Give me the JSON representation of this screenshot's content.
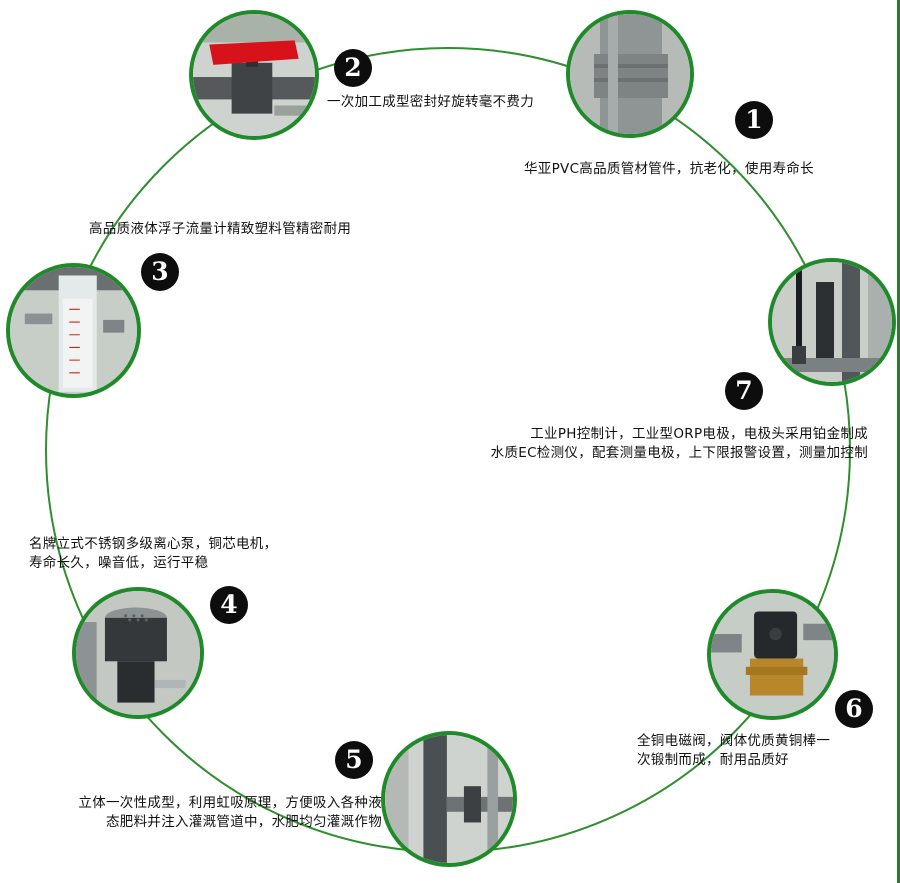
{
  "features": [
    {
      "number": "1",
      "lines": [
        "华亚PVC高品质管材管件，抗老化，使用寿命长"
      ]
    },
    {
      "number": "2",
      "lines": [
        "一次加工成型密封好旋转毫不费力"
      ]
    },
    {
      "number": "3",
      "lines": [
        "高品质液体浮子流量计精致塑料管精密耐用"
      ]
    },
    {
      "number": "4",
      "lines": [
        "名牌立式不锈钢多级离心泵，铜芯电机，",
        "寿命长久，噪音低，运行平稳"
      ]
    },
    {
      "number": "5",
      "lines": [
        "立体一次性成型，利用虹吸原理，方便吸入各种液",
        "态肥料并注入灌溉管道中，水肥均匀灌溉作物"
      ]
    },
    {
      "number": "6",
      "lines": [
        "全铜电磁阀，阀体优质黄铜棒一",
        "次锻制而成，耐用品质好"
      ]
    },
    {
      "number": "7",
      "lines": [
        "工业PH控制计，工业型ORP电极，电极头采用铂金制成",
        "水质EC检测仪，配套测量电极，上下限报警设置，测量加控制"
      ]
    }
  ],
  "colors": {
    "ring": "#2f8f2f",
    "photo_border": "#1f8a2a",
    "badge": "#0d0d0d"
  }
}
